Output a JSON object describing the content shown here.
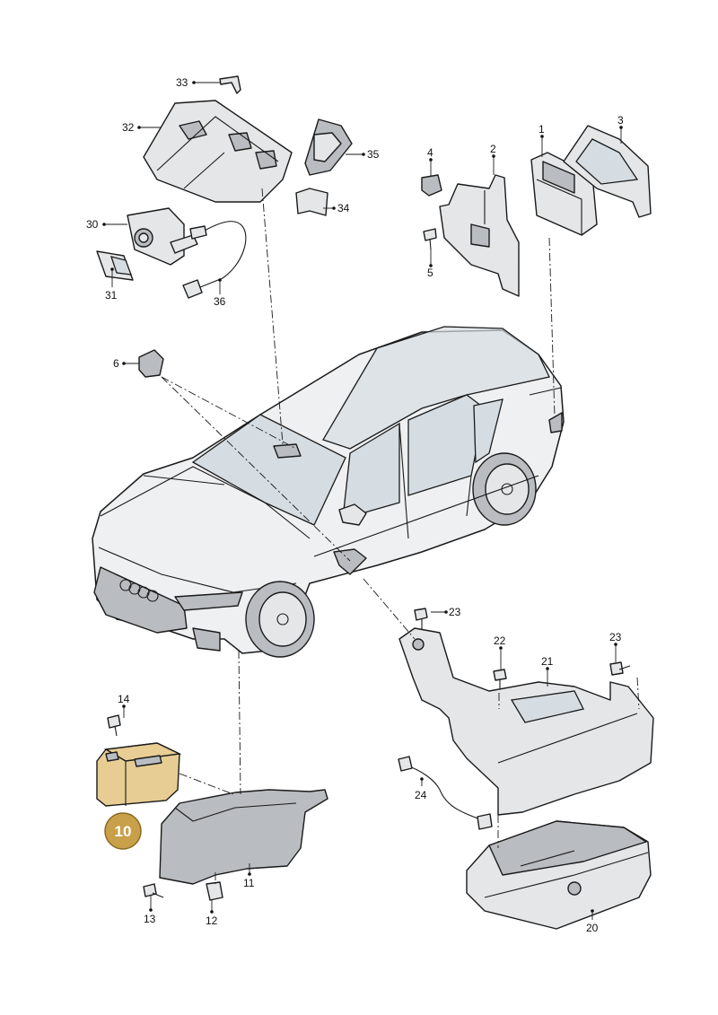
{
  "callouts": {
    "c1": "1",
    "c2": "2",
    "c3": "3",
    "c4": "4",
    "c5": "5",
    "c6": "6",
    "c10": "10",
    "c11": "11",
    "c12": "12",
    "c13": "13",
    "c14": "14",
    "c20": "20",
    "c21": "21",
    "c22": "22",
    "c23a": "23",
    "c23b": "23",
    "c24": "24",
    "c30": "30",
    "c31": "31",
    "c32": "32",
    "c33": "33",
    "c34": "34",
    "c35": "35",
    "c36": "36"
  },
  "highlight": {
    "part": "10",
    "color": "#c9a04a"
  }
}
